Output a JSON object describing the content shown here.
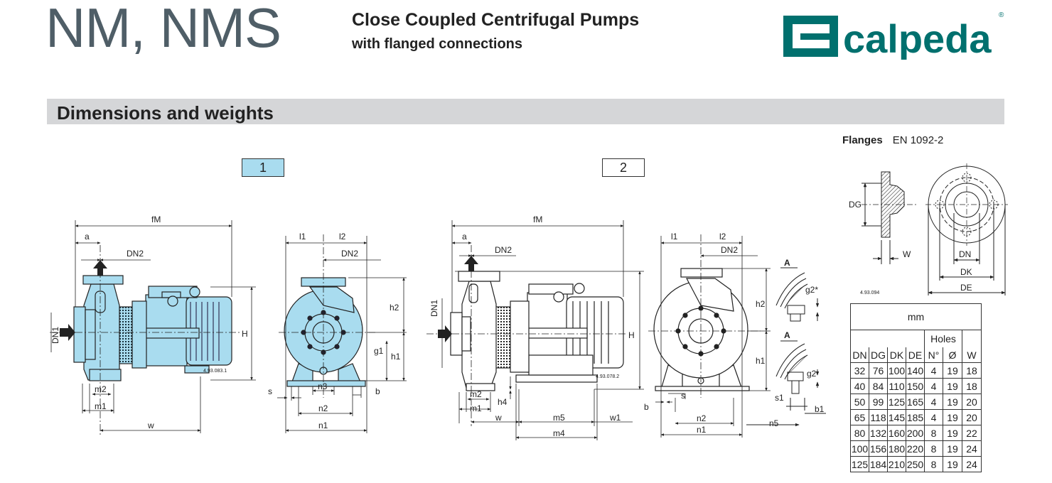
{
  "header": {
    "title": "NM, NMS",
    "subtitle_line1": "Close Coupled Centrifugal Pumps",
    "subtitle_line2": "with flanged connections",
    "brand": "calpeda",
    "brand_mark": "®"
  },
  "colors": {
    "title_gray": "#4f5e67",
    "brand_teal": "#00706e",
    "pump_blue": "#a9dcef",
    "bar_gray": "#d5d6d8"
  },
  "section": {
    "title": "Dimensions and weights"
  },
  "flanges": {
    "label": "Flanges",
    "standard": "EN 1092-2",
    "drawing_ref": "4.93.094"
  },
  "figures": {
    "fig1": {
      "label": "1",
      "ref": "4.93.083.1"
    },
    "fig2": {
      "label": "2",
      "ref": "4.93.078.2"
    }
  },
  "labels": {
    "fM": "fM",
    "a": "a",
    "DN2": "DN2",
    "DN1": "DN1",
    "H": "H",
    "m1": "m1",
    "m2": "m2",
    "w": "w",
    "l1": "l1",
    "l2": "l2",
    "h1": "h1",
    "h2": "h2",
    "g1": "g1",
    "g2": "g2",
    "g2star": "g2*",
    "n1": "n1",
    "n2": "n2",
    "n3": "n3",
    "n5": "n5",
    "s": "s",
    "s1": "s1",
    "b": "b",
    "b1": "b1",
    "h4": "h4",
    "m4": "m4",
    "m5": "m5",
    "w1": "w1",
    "A": "A",
    "DG": "DG",
    "W": "W",
    "DN": "DN",
    "DK": "DK",
    "DE": "DE"
  },
  "table": {
    "unit": "mm",
    "holes_header": "Holes",
    "columns": [
      "DN",
      "DG",
      "DK",
      "DE",
      "N°",
      "Ø",
      "W"
    ],
    "rows": [
      [
        "32",
        "76",
        "100",
        "140",
        "4",
        "19",
        "18"
      ],
      [
        "40",
        "84",
        "110",
        "150",
        "4",
        "19",
        "18"
      ],
      [
        "50",
        "99",
        "125",
        "165",
        "4",
        "19",
        "20"
      ],
      [
        "65",
        "118",
        "145",
        "185",
        "4",
        "19",
        "20"
      ],
      [
        "80",
        "132",
        "160",
        "200",
        "8",
        "19",
        "22"
      ],
      [
        "100",
        "156",
        "180",
        "220",
        "8",
        "19",
        "24"
      ],
      [
        "125",
        "184",
        "210",
        "250",
        "8",
        "19",
        "24"
      ]
    ]
  }
}
